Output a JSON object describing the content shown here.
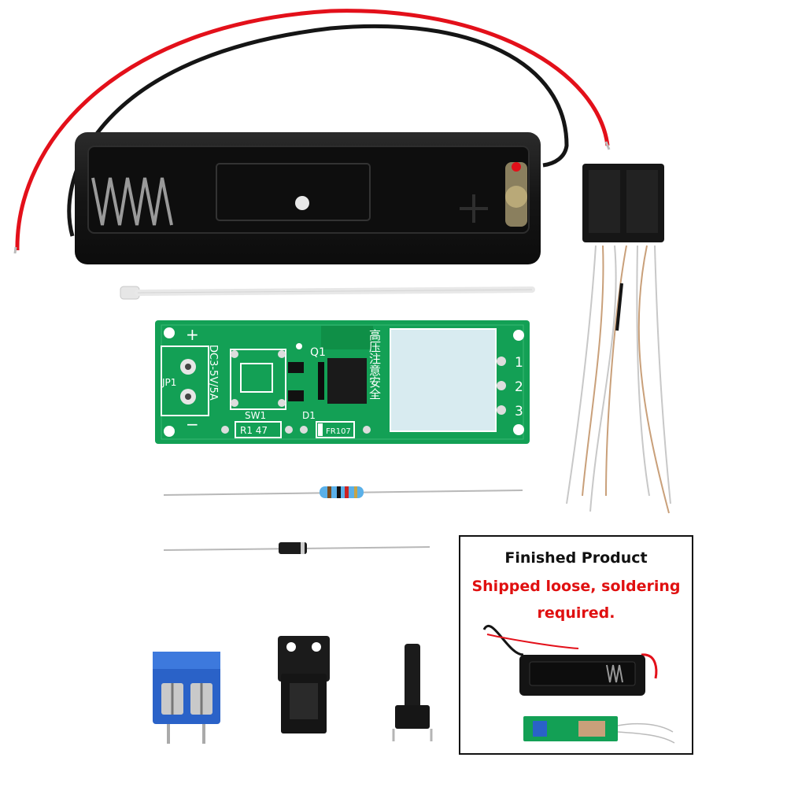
{
  "pcb": {
    "plus": "+",
    "minus": "−",
    "voltage": "DC3-5V/5A",
    "jumper": "JP1",
    "q1": "Q1",
    "sw1": "SW1",
    "d1": "D1",
    "r1": "R1 47",
    "fr107": "FR107",
    "warning": "高压注意安全",
    "pin1": "1",
    "pin2": "2",
    "pin3": "3"
  },
  "inset": {
    "title": "Finished Product",
    "note_line1": "Shipped loose, soldering",
    "note_line2": "required."
  },
  "colors": {
    "pcb_green": "#13a055",
    "battery_black": "#141414",
    "wire_red": "#e3101a",
    "terminal_blue": "#2a62c8",
    "note_red": "#e01010"
  }
}
